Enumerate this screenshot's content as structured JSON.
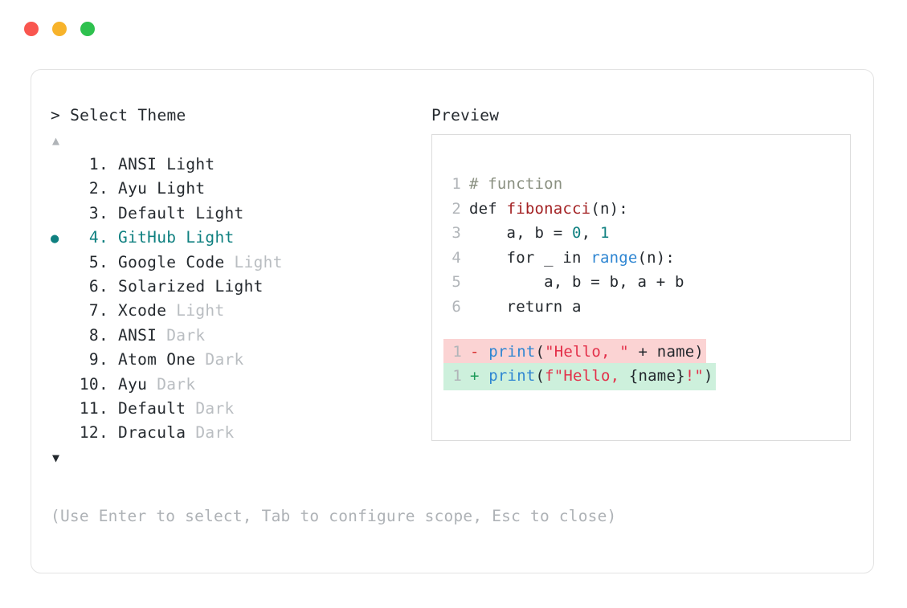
{
  "window": {
    "dots": [
      {
        "name": "close",
        "color": "#f9564f"
      },
      {
        "name": "minimize",
        "color": "#f7b32b"
      },
      {
        "name": "maximize",
        "color": "#2ec14e"
      }
    ]
  },
  "prompt": {
    "marker": ">",
    "title": "Select Theme",
    "heading": "> Select Theme"
  },
  "scroll": {
    "up_arrow": "▲",
    "down_arrow": "▼",
    "up_enabled": false,
    "down_enabled": true
  },
  "theme_list": {
    "selected_index": 4,
    "selected_bullet": "●",
    "accent_color": "#0f8080",
    "muted_color": "#b9bdc1",
    "items": [
      {
        "index": "1.",
        "name": "ANSI",
        "variant": "Light",
        "variant_muted": false,
        "selected": false
      },
      {
        "index": "2.",
        "name": "Ayu",
        "variant": "Light",
        "variant_muted": false,
        "selected": false
      },
      {
        "index": "3.",
        "name": "Default",
        "variant": "Light",
        "variant_muted": false,
        "selected": false
      },
      {
        "index": "4.",
        "name": "GitHub",
        "variant": "Light",
        "variant_muted": false,
        "selected": true
      },
      {
        "index": "5.",
        "name": "Google Code",
        "variant": "Light",
        "variant_muted": true,
        "selected": false
      },
      {
        "index": "6.",
        "name": "Solarized",
        "variant": "Light",
        "variant_muted": false,
        "selected": false
      },
      {
        "index": "7.",
        "name": "Xcode",
        "variant": "Light",
        "variant_muted": true,
        "selected": false
      },
      {
        "index": "8.",
        "name": "ANSI",
        "variant": "Dark",
        "variant_muted": true,
        "selected": false
      },
      {
        "index": "9.",
        "name": "Atom One",
        "variant": "Dark",
        "variant_muted": true,
        "selected": false
      },
      {
        "index": "10.",
        "name": "Ayu",
        "variant": "Dark",
        "variant_muted": true,
        "selected": false
      },
      {
        "index": "11.",
        "name": "Default",
        "variant": "Dark",
        "variant_muted": true,
        "selected": false
      },
      {
        "index": "12.",
        "name": "Dracula",
        "variant": "Dark",
        "variant_muted": true,
        "selected": false
      }
    ]
  },
  "preview": {
    "title": "Preview",
    "code_lines": [
      {
        "num": "1",
        "tokens": [
          {
            "t": "# function",
            "c": "comment"
          }
        ]
      },
      {
        "num": "2",
        "tokens": [
          {
            "t": "def ",
            "c": "plain"
          },
          {
            "t": "fibonacci",
            "c": "fn"
          },
          {
            "t": "(n):",
            "c": "plain"
          }
        ]
      },
      {
        "num": "3",
        "tokens": [
          {
            "t": "    a, b = ",
            "c": "plain"
          },
          {
            "t": "0",
            "c": "num"
          },
          {
            "t": ", ",
            "c": "plain"
          },
          {
            "t": "1",
            "c": "num"
          }
        ]
      },
      {
        "num": "4",
        "tokens": [
          {
            "t": "    for _ in ",
            "c": "plain"
          },
          {
            "t": "range",
            "c": "builtin"
          },
          {
            "t": "(n):",
            "c": "plain"
          }
        ]
      },
      {
        "num": "5",
        "tokens": [
          {
            "t": "        a, b = b, a + b",
            "c": "plain"
          }
        ]
      },
      {
        "num": "6",
        "tokens": [
          {
            "t": "    return a",
            "c": "plain"
          }
        ]
      }
    ],
    "diff_lines": [
      {
        "num": "1",
        "kind": "del",
        "marker": "-",
        "tokens": [
          {
            "t": "print",
            "c": "builtin"
          },
          {
            "t": "(",
            "c": "plain"
          },
          {
            "t": "\"Hello, \"",
            "c": "str"
          },
          {
            "t": " + name)",
            "c": "plain"
          }
        ]
      },
      {
        "num": "1",
        "kind": "add",
        "marker": "+",
        "tokens": [
          {
            "t": "print",
            "c": "builtin"
          },
          {
            "t": "(",
            "c": "plain"
          },
          {
            "t": "f\"Hello, ",
            "c": "str"
          },
          {
            "t": "{name}",
            "c": "plain"
          },
          {
            "t": "!\"",
            "c": "str"
          },
          {
            "t": ")",
            "c": "plain"
          }
        ]
      }
    ],
    "diff_del_bg": "#fbd3d3",
    "diff_add_bg": "#cdf0dc"
  },
  "footer": {
    "hint": "(Use Enter to select, Tab to configure scope, Esc to close)"
  }
}
